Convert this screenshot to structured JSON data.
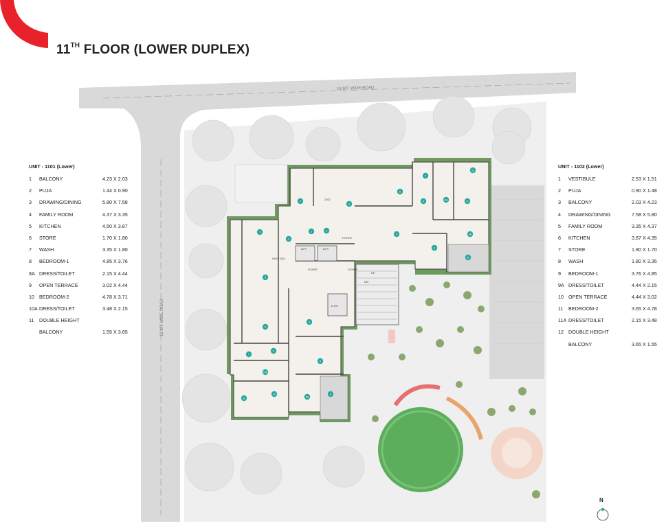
{
  "title": {
    "main": "11",
    "sup": "TH",
    "rest": " FLOOR (LOWER DUPLEX)"
  },
  "roads": {
    "top": "18 MT. WIDE ROAD",
    "left": "18 MT. WIDE ROAD"
  },
  "colors": {
    "accent": "#e8212a",
    "road": "#d9d9d9",
    "greenery": "#5f8f55",
    "marker": "#2aa7a0"
  },
  "unit1101": {
    "heading": "UNIT - 1101 (Lower)",
    "rows": [
      {
        "num": "1",
        "name": "BALCONY",
        "dim": "4.23 X 2.03"
      },
      {
        "num": "2",
        "name": "PUJA",
        "dim": "1.44 X 0.90"
      },
      {
        "num": "3",
        "name": "DRAWING/DINING",
        "dim": "5.80 X 7.58"
      },
      {
        "num": "4",
        "name": "FAMILY ROOM",
        "dim": "4.37 X 3.35"
      },
      {
        "num": "5",
        "name": "KITCHEN",
        "dim": "4.50 X 3.87"
      },
      {
        "num": "6",
        "name": "STORE",
        "dim": "1.70 X 1.80"
      },
      {
        "num": "7",
        "name": "WASH",
        "dim": "3.35 X 1.80"
      },
      {
        "num": "8",
        "name": "BEDROOM-1",
        "dim": "4.85 X 3.76"
      },
      {
        "num": "8A",
        "name": "DRESS/TOILET",
        "dim": "2.15 X 4.44"
      },
      {
        "num": "9",
        "name": "OPEN TERRACE",
        "dim": "3.02 X 4.44"
      },
      {
        "num": "10",
        "name": "BEDROOM-2",
        "dim": "4.78 X 3.71"
      },
      {
        "num": "10A",
        "name": "DRESS/TOILET",
        "dim": "3.48 X 2.15"
      },
      {
        "num": "11",
        "name": "DOUBLE HEIGHT",
        "dim": ""
      },
      {
        "num": "",
        "name": "BALCONY",
        "dim": "1.55 X 3.65"
      }
    ]
  },
  "unit1102": {
    "heading": "UNIT - 1102 (Lower)",
    "rows": [
      {
        "num": "1",
        "name": "VESTIBULE",
        "dim": "2.53 X 1.51"
      },
      {
        "num": "2",
        "name": "PUJA",
        "dim": "0.90 X 1.48"
      },
      {
        "num": "3",
        "name": "BALCONY",
        "dim": "2.03 X 4.23"
      },
      {
        "num": "4",
        "name": "DRAWING/DINING",
        "dim": "7.58 X 5.80"
      },
      {
        "num": "5",
        "name": "FAMILY ROOM",
        "dim": "3.35 X 4.37"
      },
      {
        "num": "6",
        "name": "KITCHEN",
        "dim": "3.87 X 4.35"
      },
      {
        "num": "7",
        "name": "STORE",
        "dim": "1.80 X 1.70"
      },
      {
        "num": "8",
        "name": "WASH",
        "dim": "1.80 X 3.35"
      },
      {
        "num": "9",
        "name": "BEDROOM-1",
        "dim": "3.76 X 4.85"
      },
      {
        "num": "9A",
        "name": "DRESS/TOILET",
        "dim": "4.44 X 2.15"
      },
      {
        "num": "10",
        "name": "OPEN TERRACE",
        "dim": "4.44 X 3.02"
      },
      {
        "num": "11",
        "name": "BEDROOM-2",
        "dim": "3.65 X 4.78"
      },
      {
        "num": "11A",
        "name": "DRESS/TOILET",
        "dim": "2.15 X 3.48"
      },
      {
        "num": "12",
        "name": "DOUBLE HEIGHT",
        "dim": ""
      },
      {
        "num": "",
        "name": "BALCONY",
        "dim": "3.65 X 1.55"
      }
    ]
  },
  "plan_labels": {
    "unit1101": "UNIT\n1101",
    "unit1102": "1102",
    "lift1": "LIFT",
    "lift2": "LIFT",
    "foyer1": "FOYER",
    "foyer2": "FOYER",
    "foyer3": "FOYER",
    "exit": "E.XIT",
    "up": "UP",
    "dn": "DN"
  },
  "compass": {
    "label": "N"
  }
}
